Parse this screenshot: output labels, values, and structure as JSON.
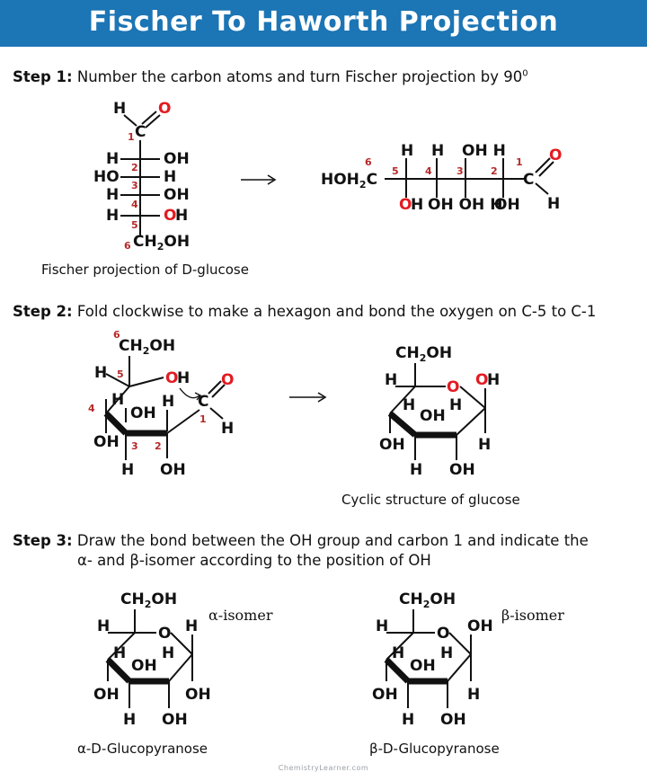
{
  "title": "Fischer To Haworth Projection",
  "steps": [
    {
      "label": "Step 1:",
      "text": "Number the carbon atoms and turn Fischer projection by 90",
      "sup": "0"
    },
    {
      "label": "Step 2:",
      "text": "Fold clockwise to make a hexagon and bond the oxygen on C-5 to C-1"
    },
    {
      "label": "Step 3:",
      "text": "Draw the bond between the OH group and carbon 1 and indicate the",
      "text2": "α- and β-isomer according to the position of OH"
    }
  ],
  "captions": {
    "fischer": "Fischer projection of D-glucose",
    "cyclic": "Cyclic structure of glucose",
    "alpha": "α-D-Glucopyranose",
    "beta": "β-D-Glucopyranose"
  },
  "isomer_labels": {
    "alpha": "α-isomer",
    "beta": "β-isomer"
  },
  "watermark": "ChemistryLearner.com",
  "atoms": {
    "H": "H",
    "O": "O",
    "C": "C",
    "OH": "OH",
    "HO": "HO",
    "CH2OH_main": "CH",
    "CH2OH_sub": "2",
    "CH2OH_tail": "OH",
    "HOH2C_a": "HOH",
    "HOH2C_sub": "2",
    "HOH2C_c": "C",
    "OHH": "OH H",
    "OHOHH": "OH OH H"
  },
  "carbon_numbers": [
    "1",
    "2",
    "3",
    "4",
    "5",
    "6"
  ],
  "colors": {
    "banner": "#1c75b4",
    "oxygen": "#e21b22",
    "number": "#b52a2a",
    "text": "#111111"
  }
}
